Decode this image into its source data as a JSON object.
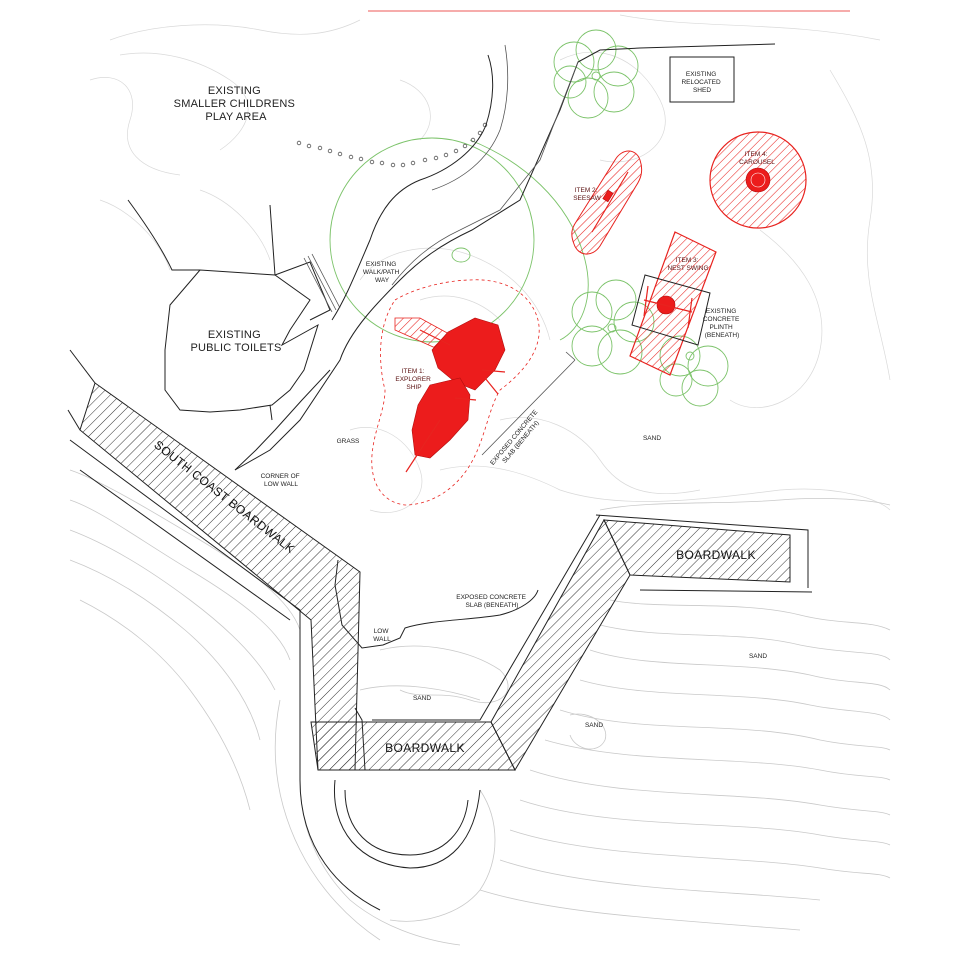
{
  "labels": {
    "smaller_play_area": [
      "EXISTING",
      "SMALLER CHILDRENS",
      "PLAY AREA"
    ],
    "public_toilets": [
      "EXISTING",
      "PUBLIC TOILETS"
    ],
    "relocated_shed": [
      "EXISTING",
      "RELOCATED",
      "SHED"
    ],
    "walkway": [
      "EXISTING",
      "WALK/PATH",
      "WAY"
    ],
    "grass": "GRASS",
    "corner_low_wall": [
      "CORNER OF",
      "LOW WALL"
    ],
    "concrete_slab_diag": [
      "EXPOSED CONCRETE",
      "SLAB (BENEATH)"
    ],
    "concrete_slab_lower": [
      "EXPOSED CONCRETE",
      "SLAB (BENEATH)"
    ],
    "concrete_plinth": [
      "EXISTING",
      "CONCRETE",
      "PLINTH",
      "(BENEATH)"
    ],
    "low_wall": [
      "LOW",
      "WALL"
    ],
    "sand_1": "SAND",
    "sand_2": "SAND",
    "sand_3": "SAND",
    "sand_4": "SAND",
    "south_coast_boardwalk": "SOUTH COAST BOARDWALK",
    "boardwalk_east": "BOARDWALK",
    "boardwalk_south": "BOARDWALK"
  },
  "items": [
    {
      "id": "item-1",
      "lines": [
        "ITEM 1:",
        "EXPLORER",
        "SHIP"
      ]
    },
    {
      "id": "item-2",
      "lines": [
        "ITEM 2:",
        "SEESAW"
      ]
    },
    {
      "id": "item-3",
      "lines": [
        "ITEM 3:",
        "NEST SWING"
      ]
    },
    {
      "id": "item-4",
      "lines": [
        "ITEM 4:",
        "CAROUSEL"
      ]
    }
  ],
  "colors": {
    "proposed": "#e8231f",
    "trees": "#7cc36a",
    "contours": "#c9c9c9",
    "linework": "#222222"
  }
}
